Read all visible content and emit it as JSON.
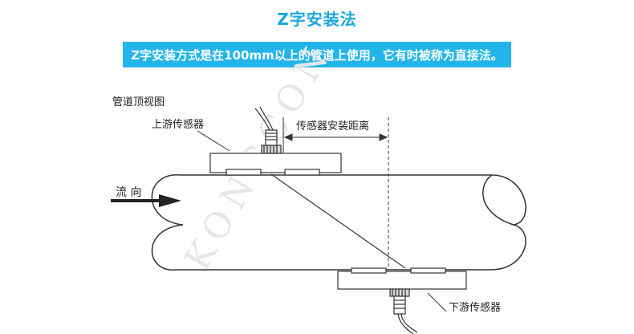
{
  "title": "Z字安装法",
  "banner": "Z字安装方式是在100mm以上的管道上使用，它有时被称为直接法。",
  "diagram": {
    "view_label": "管道顶视图",
    "upstream_label": "上游传感器",
    "distance_label": "传感器安装距离",
    "flow_label": "流 向",
    "downstream_label": "下游传感器",
    "watermark": "KONGCON"
  },
  "colors": {
    "accent": "#1aa7e0",
    "banner_bg": "#22b5ec",
    "banner_text": "#ffffff",
    "line": "#333333"
  }
}
